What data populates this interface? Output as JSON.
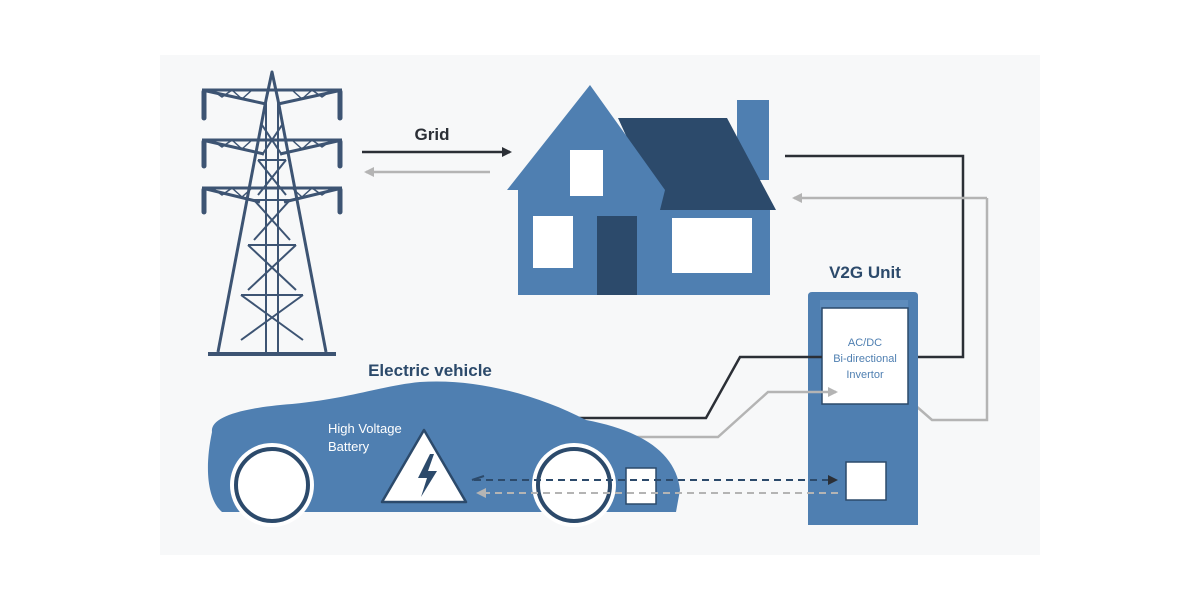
{
  "labels": {
    "grid": "Grid",
    "v2g_unit": "V2G Unit",
    "electric_vehicle": "Electric vehicle",
    "inverter_line1": "AC/DC",
    "inverter_line2": "Bi-directional",
    "inverter_line3": "Invertor",
    "battery_line1": "High Voltage",
    "battery_line2": "Battery"
  },
  "colors": {
    "primary_blue": "#4f7fb1",
    "dark_navy": "#2c4a6b",
    "tower": "#3d5473",
    "arrow_dark": "#2b2f36",
    "arrow_light": "#b4b4b4",
    "background": "#f7f8f9"
  },
  "icons": {
    "tower": "transmission-tower-icon",
    "house": "house-icon",
    "car": "electric-car-icon",
    "charger": "v2g-charger-icon",
    "battery": "high-voltage-warning-icon"
  }
}
